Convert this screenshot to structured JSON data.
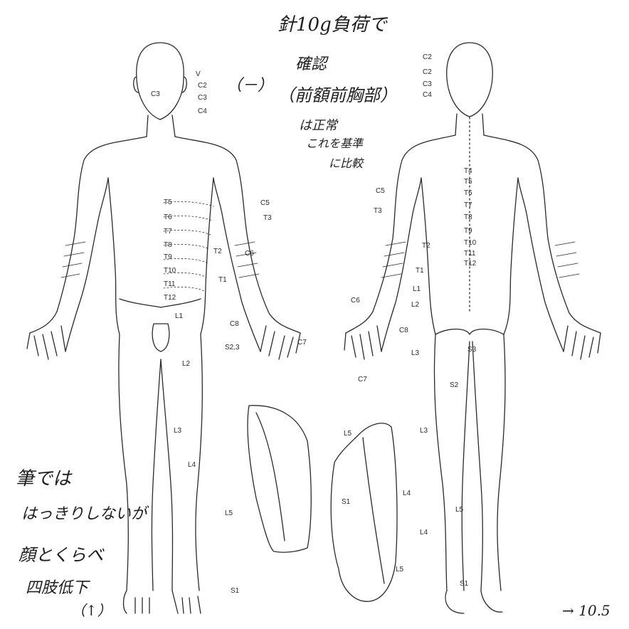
{
  "handwriting": {
    "top_line1": "針10g負荷で",
    "top_line2": "確認",
    "top_line3": "（前額前胸部）",
    "top_line4": "は正常",
    "top_line5": "これを基準",
    "top_line6": "に比較",
    "minus_mark": "（－）",
    "left_line1": "筆では",
    "left_line2": "はっきりしないが",
    "left_line3": "顔とくらべ",
    "left_line4": "四肢低下",
    "left_line5": "（↑）",
    "corner_note": "→ 10.5"
  },
  "front_labels": {
    "v": "V",
    "c2": "C2",
    "c3": "C3",
    "c4": "C4",
    "c3_face": "C3",
    "t5": "T5",
    "t6": "T6",
    "t7": "T7",
    "t8": "T8",
    "t9": "T9",
    "t10": "T10",
    "t11": "T11",
    "t12": "T12",
    "l1": "L1",
    "c5": "C5",
    "t3": "T3",
    "t2": "T2",
    "c6": "C6",
    "t1": "T1",
    "c8": "C8",
    "c7": "C7",
    "s23": "S2,3",
    "l2": "L2",
    "l3": "L3",
    "l4": "L4",
    "l5": "L5",
    "s1": "S1"
  },
  "back_labels": {
    "c2a": "C2",
    "c2b": "C2",
    "c3": "C3",
    "c4": "C4",
    "t4": "T4",
    "t5": "T5",
    "t6": "T6",
    "t7": "T7",
    "t8": "T8",
    "t9": "T9",
    "t10": "T10",
    "t11": "T11",
    "t12": "T12",
    "c5": "C5",
    "t3": "T3",
    "t2": "T2",
    "t1": "T1",
    "c6": "C6",
    "l1": "L1",
    "l2": "L2",
    "c8": "C8",
    "c7": "C7",
    "l3a": "L3",
    "s3": "S3",
    "s2": "S2",
    "l3b": "L3",
    "l5": "L5",
    "l4": "L4",
    "s1": "S1"
  },
  "foot_labels": {
    "l5": "L5",
    "l4": "L4",
    "s1": "S1",
    "l5_bottom": "L5"
  },
  "colors": {
    "ink": "#2a2a2a",
    "pencil": "#1e1e1e",
    "paper": "#ffffff"
  }
}
